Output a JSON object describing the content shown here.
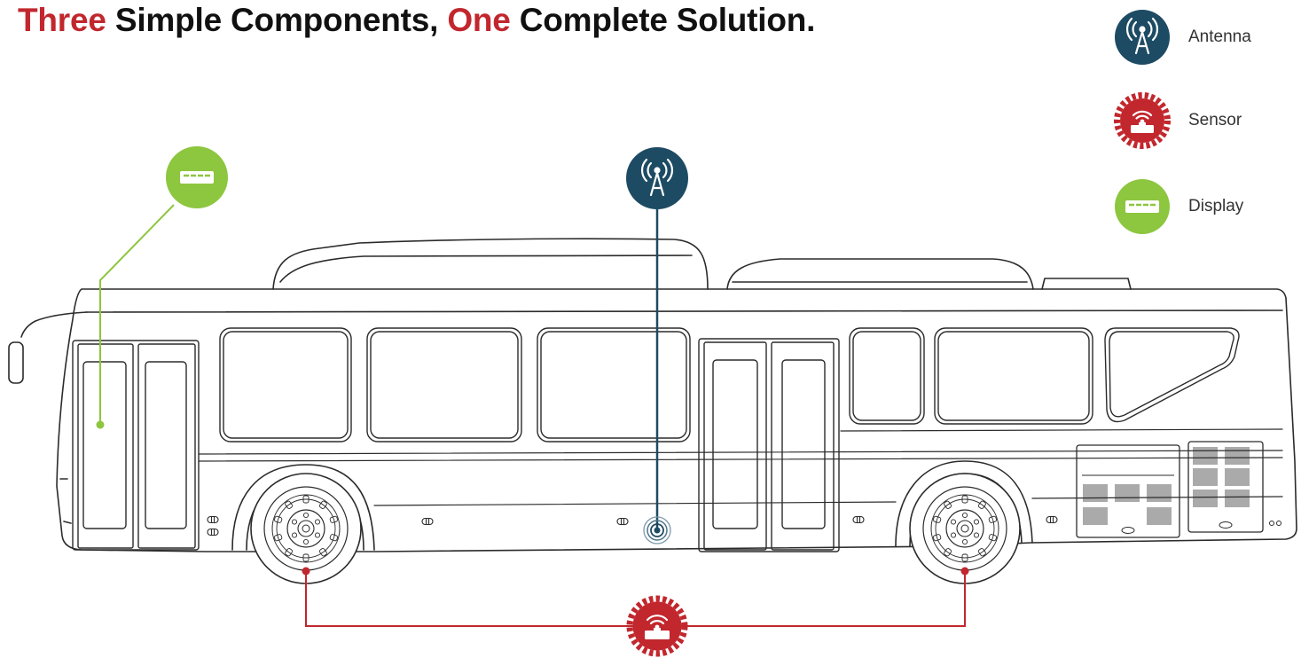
{
  "headline": {
    "part1": "Three",
    "part2": " Simple Components, ",
    "part3": "One",
    "part4": " Complete Solution."
  },
  "legend": [
    {
      "label": "Antenna",
      "icon": "antenna-icon"
    },
    {
      "label": "Sensor",
      "icon": "sensor-icon"
    },
    {
      "label": "Display",
      "icon": "display-icon"
    }
  ],
  "colors": {
    "accent_red": "#c1272d",
    "antenna_navy": "#1d4b63",
    "sensor_red": "#c1272d",
    "display_green": "#8dc63f",
    "outline": "#2b2b2b"
  }
}
